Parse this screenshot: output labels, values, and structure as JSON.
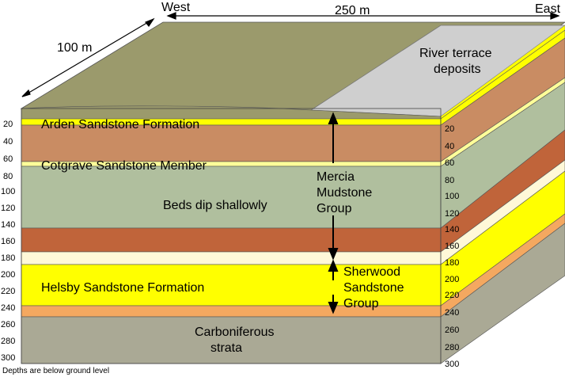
{
  "header": {
    "west": "West",
    "east": "East",
    "length": "250 m",
    "width": "100 m"
  },
  "labels": {
    "river_terrace_line1": "River terrace",
    "river_terrace_line2": "deposits",
    "arden": "Arden Sandstone Formation",
    "cotgrave": "Cotgrave Sandstone Member",
    "beds_dip": "Beds dip shallowly",
    "mercia_line1": "Mercia",
    "mercia_line2": "Mudstone",
    "mercia_line3": "Group",
    "helsby": "Helsby Sandstone Formation",
    "sherwood_line1": "Sherwood",
    "sherwood_line2": "Sandstone",
    "sherwood_line3": "Group",
    "carboniferous_line1": "Carboniferous",
    "carboniferous_line2": "strata"
  },
  "depths_left": [
    "20",
    "40",
    "60",
    "80",
    "100",
    "120",
    "140",
    "160",
    "180",
    "200",
    "220",
    "240",
    "260",
    "280",
    "300"
  ],
  "depths_right": [
    "20",
    "40",
    "60",
    "80",
    "100",
    "120",
    "140",
    "160",
    "180",
    "200",
    "220",
    "240",
    "260",
    "280",
    "300"
  ],
  "footnote": "Depths are below ground level",
  "colors": {
    "top_surface": "#9b9a6c",
    "terrace": "#cfcfcf",
    "sandstone_yellow": "#ffff00",
    "mudstone_brown": "#c98c63",
    "mudstone_green": "#b0bf9e",
    "mudstone_red": "#c0643a",
    "cream": "#fff8d8",
    "orange": "#f4a860",
    "carboniferous": "#aaa995"
  }
}
